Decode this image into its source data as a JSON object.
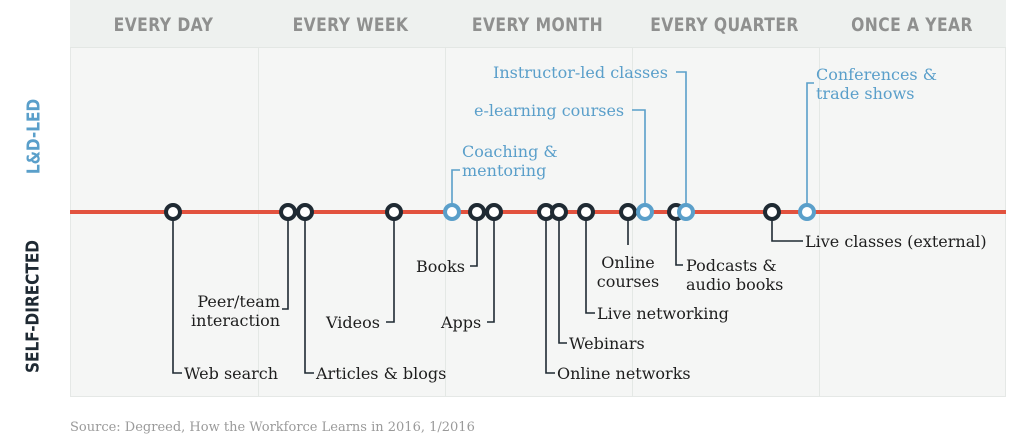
{
  "frequency_columns": [
    "EVERY DAY",
    "EVERY WEEK",
    "EVERY MONTH",
    "EVERY QUARTER",
    "ONCE A YEAR"
  ],
  "axis": {
    "top_label": "L&D-LED",
    "bottom_label": "SELF-DIRECTED"
  },
  "colors": {
    "timeline": "#e2523e",
    "self_directed": "#1f2a33",
    "ld_led": "#5a9fca",
    "header_text": "#8f908f"
  },
  "self_directed_items": {
    "web_search": "Web search",
    "peer_team": "Peer/team\ninteraction",
    "articles_blogs": "Articles & blogs",
    "videos": "Videos",
    "books": "Books",
    "apps": "Apps",
    "online_networks": "Online networks",
    "webinars": "Webinars",
    "live_networking": "Live networking",
    "online_courses": "Online\ncourses",
    "podcasts": "Podcasts &\naudio books",
    "live_classes_external": "Live classes (external)"
  },
  "ld_items": {
    "coaching": "Coaching &\nmentoring",
    "elearning": "e-learning courses",
    "instructor_led": "Instructor-led classes",
    "conferences": "Conferences &\ntrade shows"
  },
  "source": "Source: Degreed, How the Workforce Learns in 2016, 1/2016"
}
